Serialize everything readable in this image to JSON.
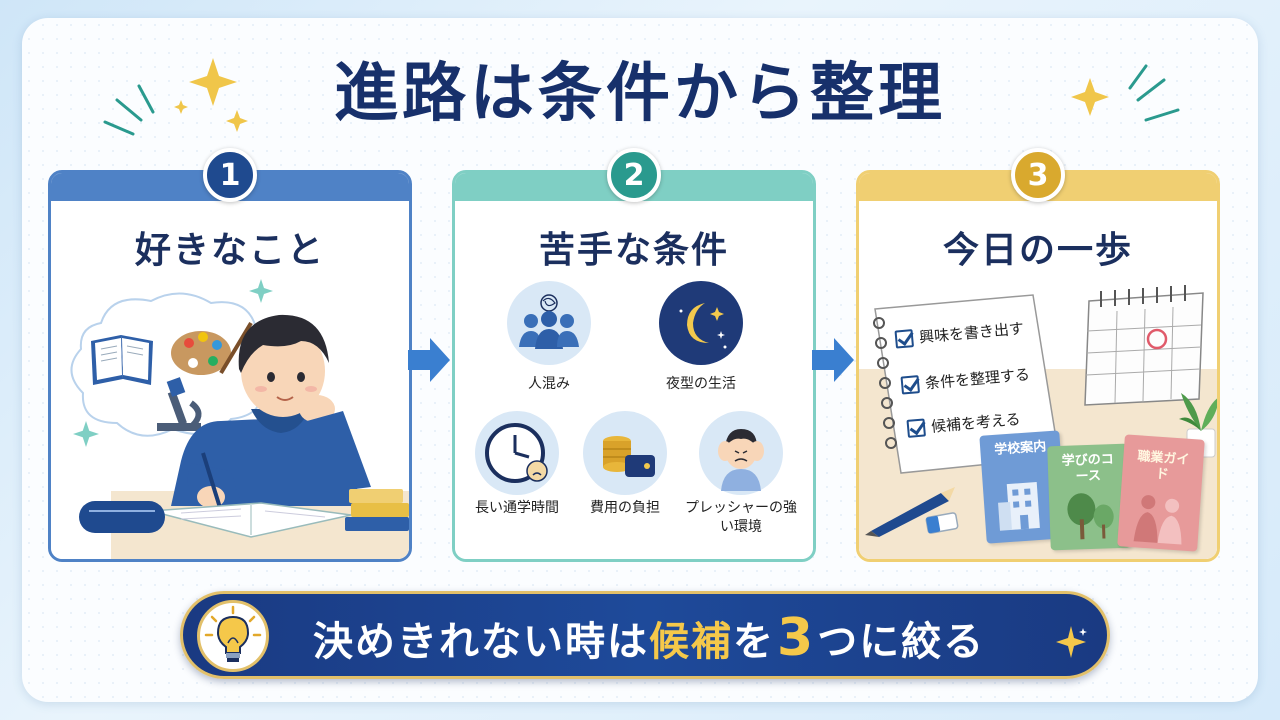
{
  "title": "進路は条件から整理",
  "cards": [
    {
      "number": "1",
      "title": "好きなこと",
      "color": "#2e5fa8",
      "bar_color": "#4f82c6"
    },
    {
      "number": "2",
      "title": "苦手な条件",
      "color": "#2a9a8e",
      "bar_color": "#7fcfc4"
    },
    {
      "number": "3",
      "title": "今日の一歩",
      "color": "#d9a92e",
      "bar_color": "#f0cf72"
    }
  ],
  "conditions": [
    {
      "label": "人混み"
    },
    {
      "label": "夜型の生活"
    },
    {
      "label": "長い通学時間"
    },
    {
      "label": "費用の負担"
    },
    {
      "label": "プレッシャーの強い環境"
    }
  ],
  "steps": [
    {
      "label": "興味を書き出す"
    },
    {
      "label": "条件を整理する"
    },
    {
      "label": "候補を考える"
    }
  ],
  "books": [
    {
      "label": "学校案内",
      "color": "#6f9bd6"
    },
    {
      "label": "学びのコース",
      "color": "#8cc08a"
    },
    {
      "label": "職業ガイド",
      "color": "#e79a9a"
    }
  ],
  "banner": {
    "part1": "決めきれない時は",
    "part2": "候補",
    "part3": "を",
    "part4": "3",
    "part5": "つに絞る"
  }
}
